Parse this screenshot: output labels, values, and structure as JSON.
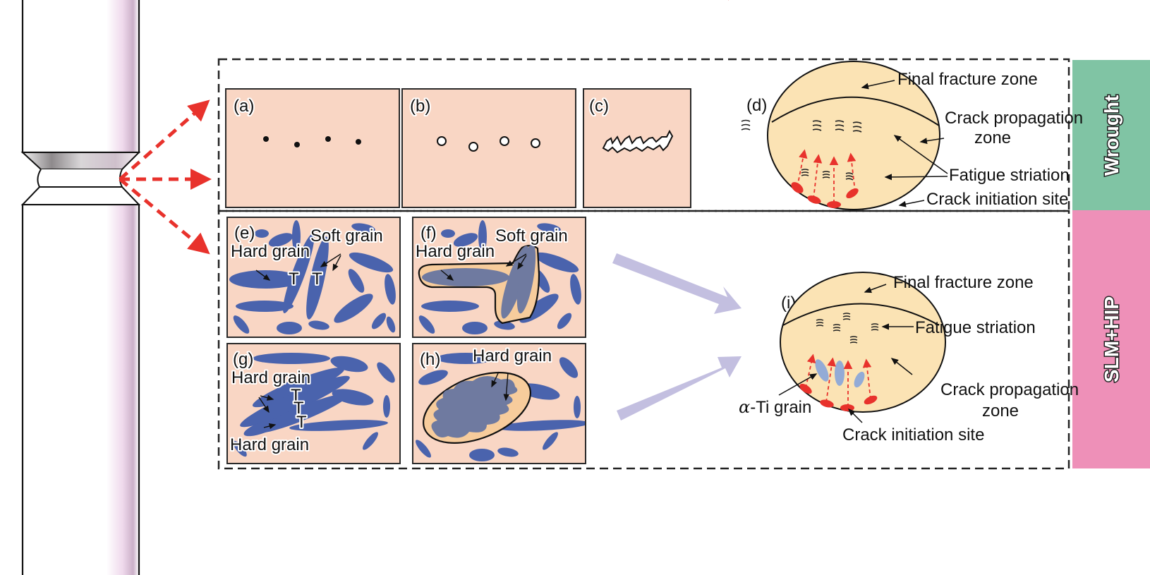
{
  "figure": {
    "type": "schematic",
    "topic": "Fatigue crack initiation and propagation mechanisms in wrought vs SLM+HIP titanium specimens"
  },
  "specimen": {
    "name": "hourglass fatigue specimen"
  },
  "groups": [
    {
      "id": "wrought",
      "label": "Wrought",
      "color": "#80c4a4"
    },
    {
      "id": "slm_hip",
      "label": "SLM+HIP",
      "color": "#ee90b8"
    }
  ],
  "panels": {
    "a": {
      "label": "(a)",
      "description": "dislocation/point defects as solid dots"
    },
    "b": {
      "label": "(b)",
      "description": "microvoids as hollow circles"
    },
    "c": {
      "label": "(c)",
      "description": "coalesced microcrack"
    },
    "d": {
      "label": "(d)",
      "annotations": {
        "final_fracture": "Final fracture zone",
        "crack_prop_line1": "Crack propagation",
        "crack_prop_line2": "zone",
        "fatigue_striation": "Fatigue striation",
        "crack_initiation": "Crack initiation site"
      }
    },
    "e": {
      "label": "(e)",
      "hard_grain": "Hard grain",
      "soft_grain": "Soft grain",
      "dislocation_symbol": "T"
    },
    "f": {
      "label": "(f)",
      "hard_grain": "Hard grain",
      "soft_grain": "Soft grain"
    },
    "g": {
      "label": "(g)",
      "hard_grain_top": "Hard grain",
      "hard_grain_bottom": "Hard grain",
      "dislocation_symbol": "T"
    },
    "h": {
      "label": "(h)",
      "hard_grain": "Hard grain"
    },
    "i": {
      "label": "(i)",
      "annotations": {
        "final_fracture": "Final fracture zone",
        "fatigue_striation": "Fatigue striation",
        "crack_prop_line1": "Crack propagation",
        "crack_prop_line2": "zone",
        "alpha_ti_greek": "α",
        "alpha_ti_rest": "-Ti grain",
        "crack_initiation": "Crack initiation site"
      }
    }
  },
  "colors": {
    "panel_fill": "#f9d6c4",
    "grain_blue": "#4a63ad",
    "merged_grain": "#6f7aa0",
    "fracture_face": "#fbe3b4",
    "highlight_region": "#f7cc9c",
    "crack_red": "#e8322c",
    "flow_arrow": "#c3bfe0",
    "alpha_grain": "#93abd6",
    "specimen_shade": "#d8b8d2"
  }
}
